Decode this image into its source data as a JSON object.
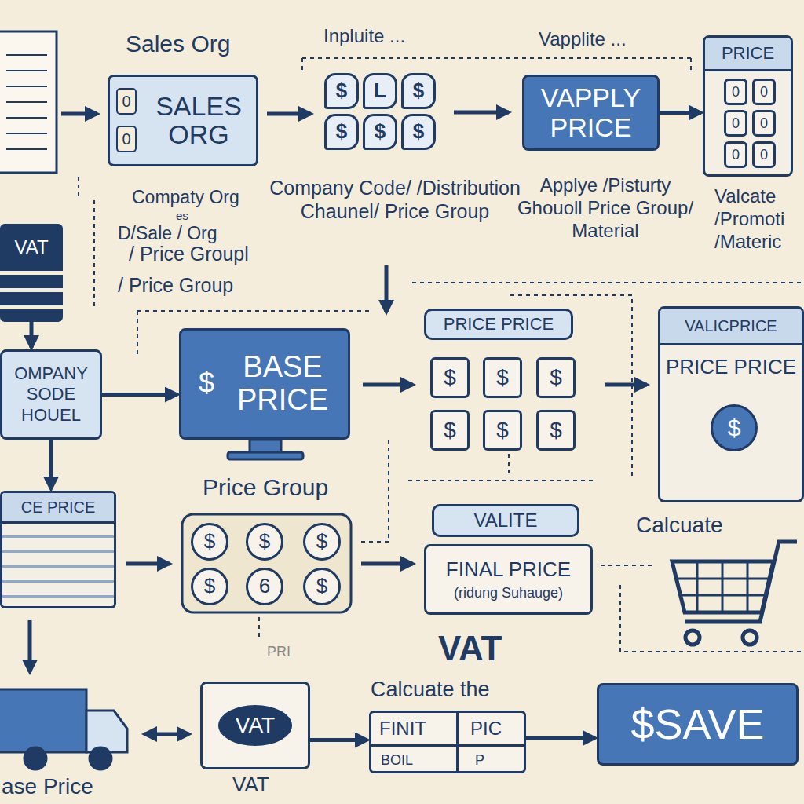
{
  "diagram": {
    "nodes": [
      {
        "text": [
          "SALES ORG"
        ]
      },
      {
        "text": [
          "0"
        ],
        "in": 0
      },
      {
        "text": [
          "0"
        ],
        "in": 0
      },
      {
        "text": [
          "$"
        ]
      },
      {
        "text": [
          "L"
        ]
      },
      {
        "text": [
          "$"
        ]
      },
      {
        "text": [
          "$"
        ]
      },
      {
        "text": [
          "$"
        ]
      },
      {
        "text": [
          "$"
        ]
      },
      {
        "text": [
          "VAPPLY PRICE"
        ]
      },
      {
        "text": [
          "PRICE"
        ]
      },
      {
        "text": [
          "0"
        ],
        "in": 10
      },
      {
        "text": [
          "0"
        ],
        "in": 10
      },
      {
        "text": [
          "0"
        ],
        "in": 10
      },
      {
        "text": [
          "0"
        ],
        "in": 10
      },
      {
        "text": [
          "0"
        ],
        "in": 10
      },
      {
        "text": [
          "0"
        ],
        "in": 10
      },
      {
        "text": [
          "VAT"
        ]
      },
      {
        "text": [
          "$",
          "BASE PRICE"
        ]
      },
      {
        "text": [
          "PRICE PRICE"
        ]
      },
      {
        "text": [
          "$"
        ]
      },
      {
        "text": [
          "$"
        ]
      },
      {
        "text": [
          "$"
        ]
      },
      {
        "text": [
          "$"
        ]
      },
      {
        "text": [
          "$"
        ]
      },
      {
        "text": [
          "$"
        ]
      },
      {
        "text": [
          "VALICPRICE",
          "PRICE PRICE",
          "$"
        ]
      },
      {
        "text": [
          "OMPANY SODE HOUEL"
        ]
      },
      {
        "text": [
          "$"
        ]
      },
      {
        "text": [
          "$"
        ]
      },
      {
        "text": [
          "$"
        ]
      },
      {
        "text": [
          "$"
        ]
      },
      {
        "text": [
          "6"
        ]
      },
      {
        "text": [
          "$"
        ]
      },
      {
        "text": [
          "VALITE"
        ]
      },
      {
        "text": [
          "FINAL PRICE",
          "(ridung Suhauge)"
        ]
      },
      {
        "text": [
          "CE PRICE"
        ]
      },
      {
        "text": [
          "VAT"
        ]
      },
      {
        "text": [
          "FINIT",
          "PIC",
          "BOIL",
          "P"
        ]
      },
      {
        "text": [
          "$SAVE"
        ]
      }
    ],
    "edges": [
      {
        "from": 9,
        "to": 10,
        "arrow": "to"
      },
      {
        "from": 17,
        "to": 27,
        "arrow": "to"
      },
      {
        "from": 27,
        "to": 18,
        "arrow": "to"
      },
      {
        "from": 27,
        "to": 36,
        "arrow": "to"
      },
      {
        "from": 37,
        "to": 38,
        "arrow": "to"
      },
      {
        "from": 38,
        "to": 39,
        "arrow": "to"
      }
    ],
    "labels": [
      "Sales Org",
      "Inpluite ...",
      "Vapplite ...",
      "Compaty Org",
      "es",
      "D/Sale / Org",
      "/ Price Groupl",
      "/ Price Group",
      "Company Code/ /Distribution Chaunel/ Price Group",
      "Applye /Pisturty Ghouoll Price Group/ Material",
      "Valcate /Promoti /Materic",
      "Price Group",
      "Calcuate",
      "PRI",
      "VAT",
      "Calcuate the",
      "VAT",
      "ase Price"
    ]
  }
}
